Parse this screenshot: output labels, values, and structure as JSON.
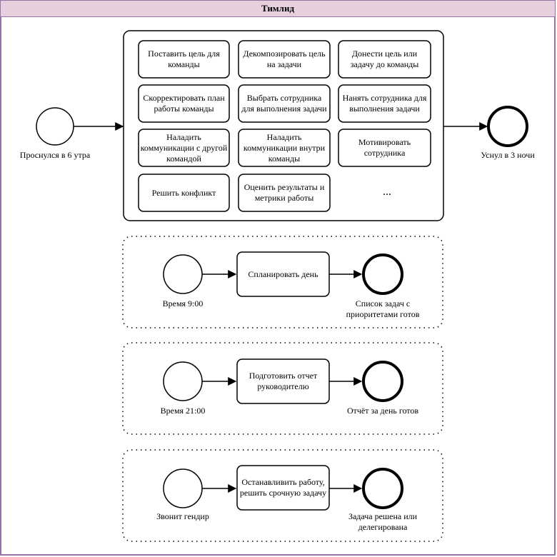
{
  "lane": {
    "title": "Тимлид"
  },
  "main_process": {
    "start_label": "Проснулся в 6 утра",
    "end_label": "Уснул в 3 ночи",
    "tasks": [
      "Поставить цель для команды",
      "Декомпозировать цель на задачи",
      "Донести цель или задачу до команды",
      "Скорректировать план работы команды",
      "Выбрать сотрудника для выполнения задачи",
      "Нанять сотрудника для выполнения задачи",
      "Наладить коммуникации с другой командой",
      "Наладить коммуникации внутри команды",
      "Мотивировать сотрудника",
      "Решить конфликт",
      "Оценить результаты и метрики работы"
    ],
    "more": "..."
  },
  "subprocesses": [
    {
      "start_label": "Время 9:00",
      "task": "Спланировать день",
      "end_label": "Список задач с приоритетами готов"
    },
    {
      "start_label": "Время 21:00",
      "task": "Подготовить отчет руководителю",
      "end_label": "Отчёт за день готов"
    },
    {
      "start_label": "Звонит гендир",
      "task": "Останавливить работу, решить срочную задачу",
      "end_label": "Задача решена или делегирована"
    }
  ],
  "colors": {
    "lane_border": "#9673a6",
    "lane_header_fill": "#e6d0de",
    "stroke": "#000000"
  }
}
